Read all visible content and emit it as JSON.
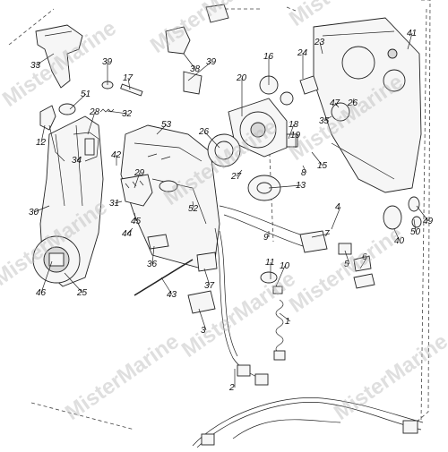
{
  "watermark": "MisterMarine",
  "callouts": [
    "1",
    "2",
    "3",
    "4",
    "5",
    "6",
    "7",
    "8",
    "9",
    "10",
    "11",
    "12",
    "13",
    "15",
    "16",
    "17",
    "18",
    "19",
    "20",
    "23",
    "24",
    "25",
    "26",
    "27",
    "28",
    "29",
    "30",
    "31",
    "32",
    "33",
    "34",
    "35",
    "36",
    "37",
    "38",
    "39",
    "40",
    "41",
    "42",
    "43",
    "44",
    "45",
    "46",
    "47",
    "49",
    "50",
    "51",
    "52",
    "53"
  ],
  "colors": {
    "line": "#222222",
    "paper": "#ffffff",
    "watermark": "#b9b9b9"
  }
}
